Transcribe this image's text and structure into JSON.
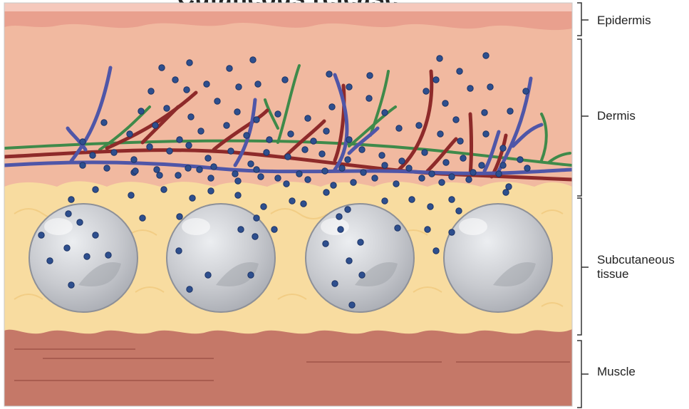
{
  "title": "Cutaneous release",
  "layers": [
    {
      "id": "epidermis",
      "label": "Epidermis"
    },
    {
      "id": "dermis",
      "label": "Dermis"
    },
    {
      "id": "subcutaneous",
      "label": "Subcutaneous tissue",
      "label_lines": [
        "Subcutaneous",
        "tissue"
      ]
    },
    {
      "id": "muscle",
      "label": "Muscle"
    }
  ],
  "colors": {
    "epidermis": "#e9a08e",
    "dermis": "#f1b9a0",
    "fat": "#f8dca0",
    "muscle": "#c57868",
    "artery": "#8e2a2a",
    "vein": "#4f56a8",
    "lymph": "#3f8a4a",
    "particle": "#2e4f8e",
    "depot": "#c9cbcf"
  }
}
